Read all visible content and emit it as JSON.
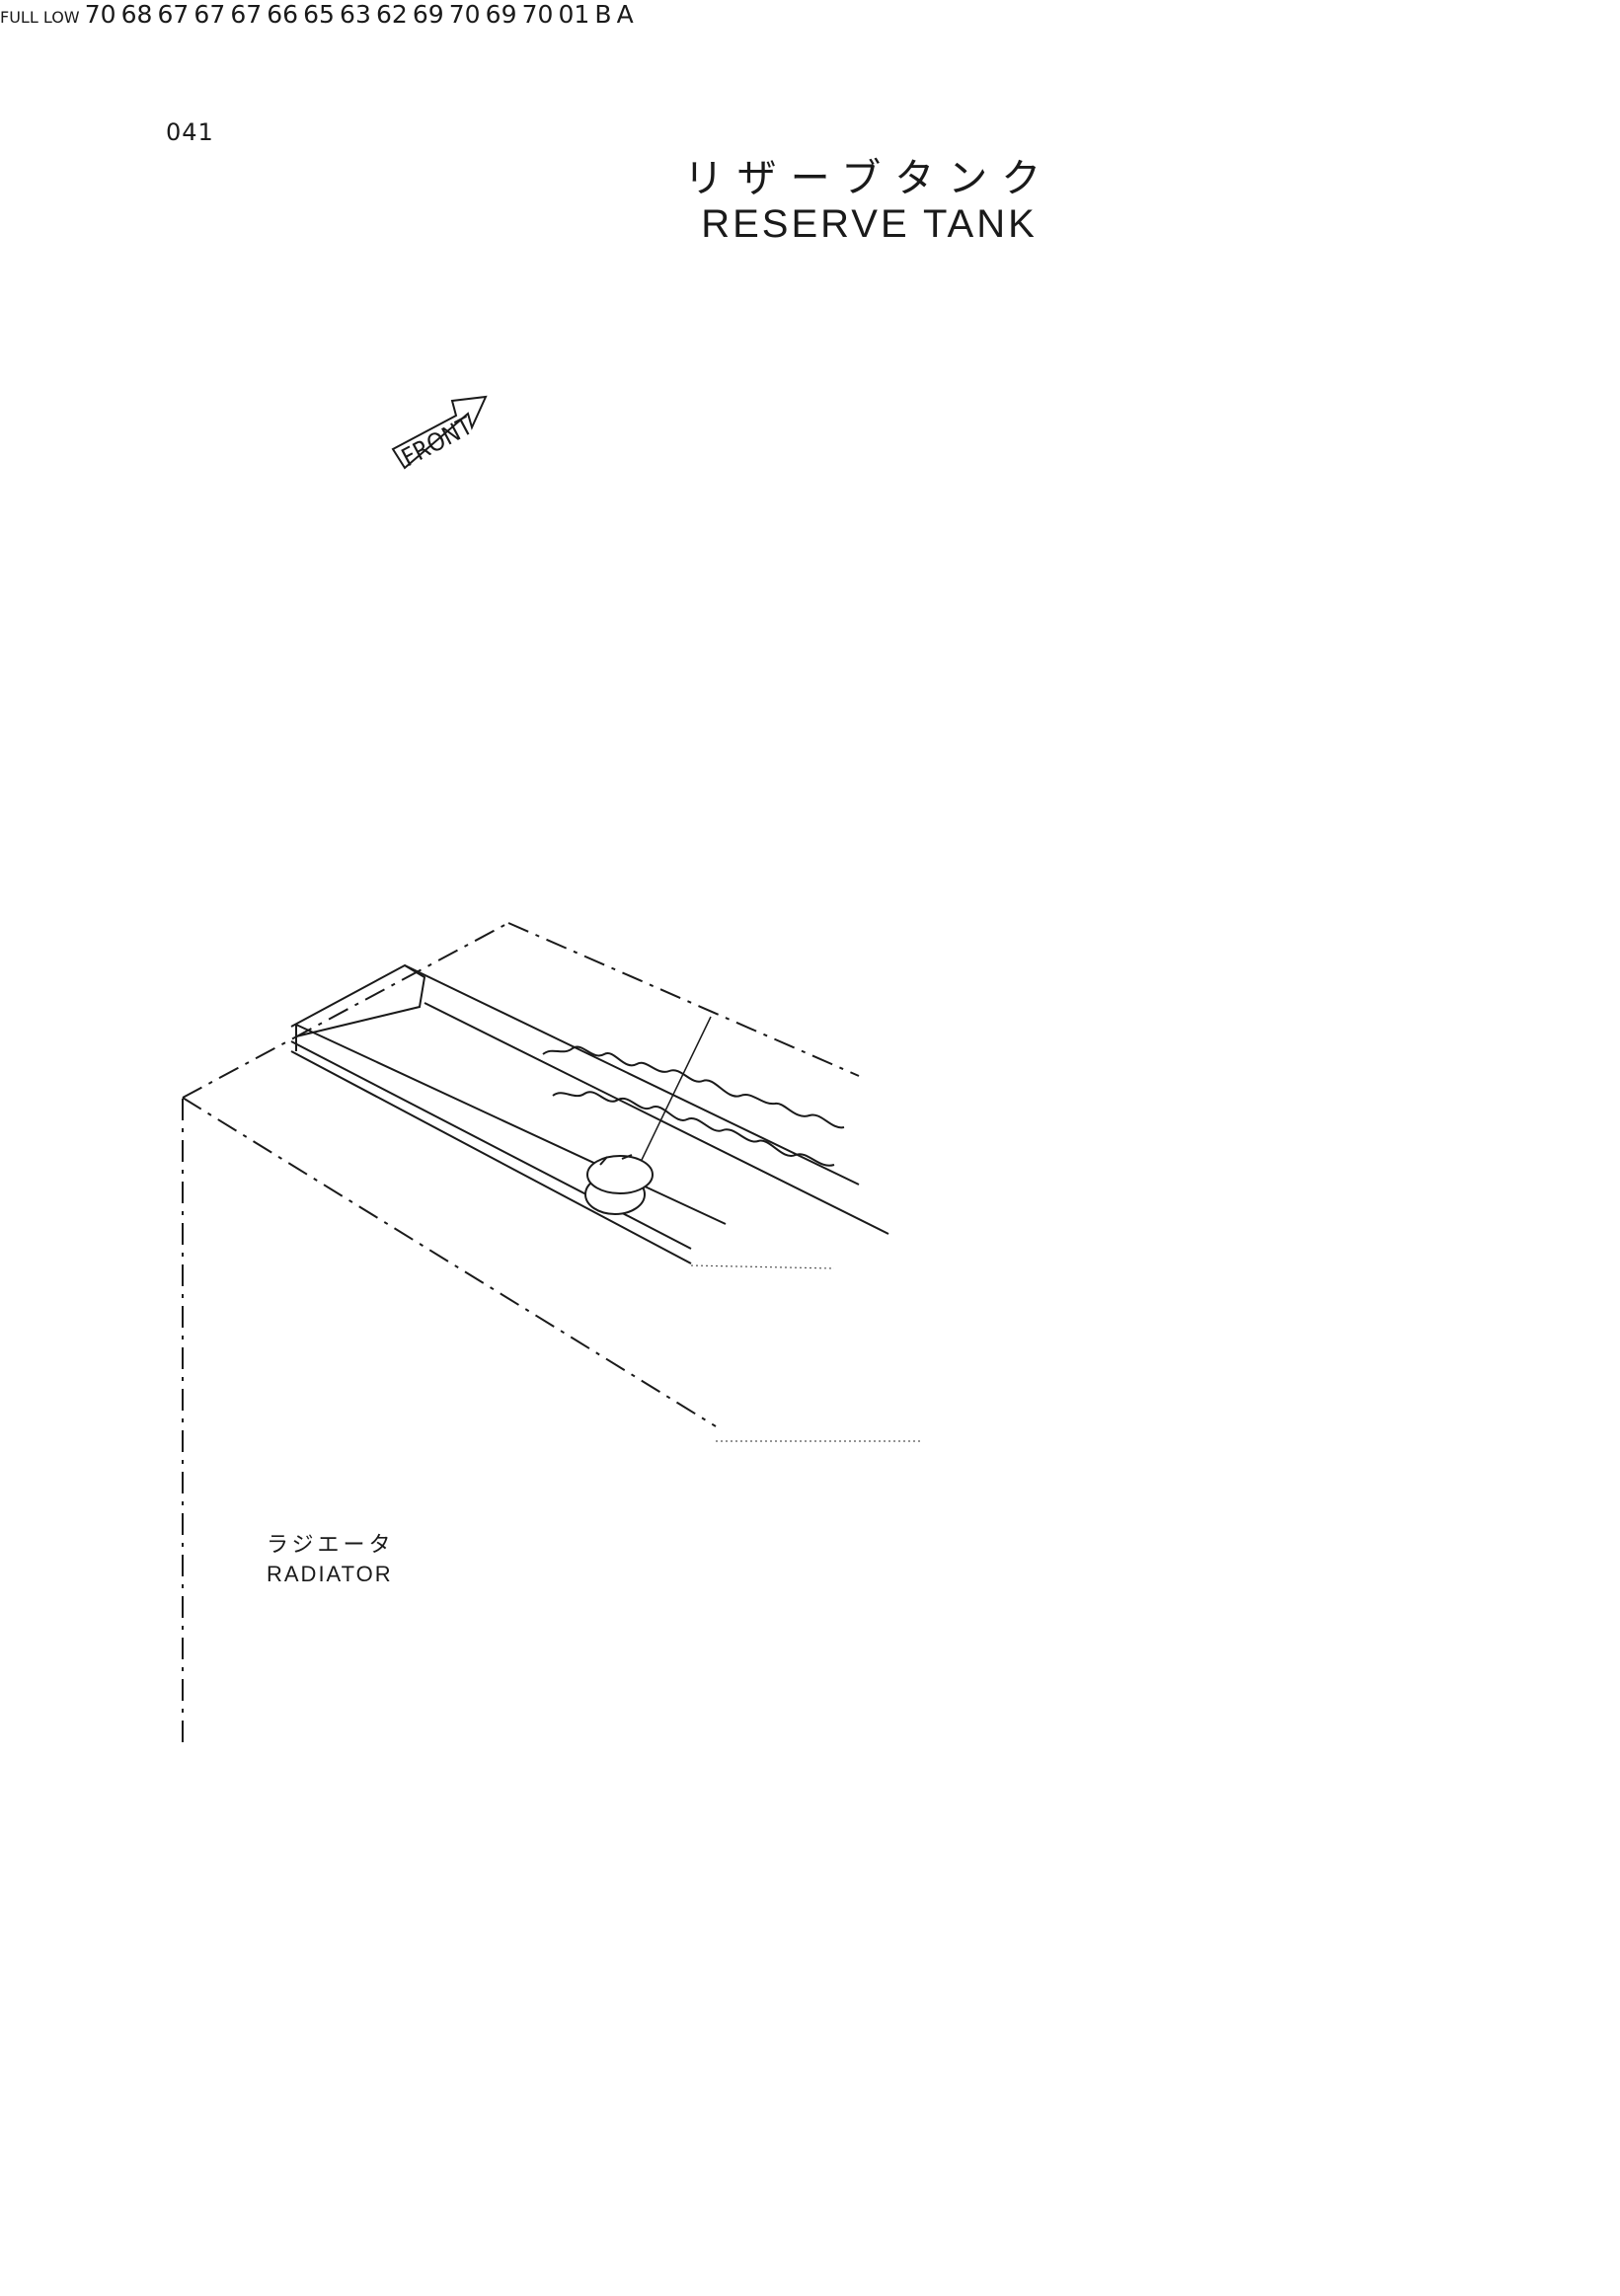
{
  "page": {
    "number": "041",
    "title_jp": "リザーブタンク",
    "title_en": "RESERVE TANK"
  },
  "front_arrow": {
    "label": "FRONT"
  },
  "radiator": {
    "label_jp": "ラジエータ",
    "label_en": "RADIATOR"
  },
  "tank": {
    "full_label": "FULL",
    "low_label": "LOW"
  },
  "callouts": {
    "c70_top": "70",
    "c68": "68",
    "c67_left": "67",
    "c67_mid": "67",
    "c67_right": "67",
    "c66": "66",
    "c65": "65",
    "c63": "63",
    "c62": "62",
    "c69_upper": "69",
    "c70_upper": "70",
    "c69_lower": "69",
    "c70_lower": "70",
    "c01": "01",
    "cB": "B",
    "cA": "A"
  }
}
